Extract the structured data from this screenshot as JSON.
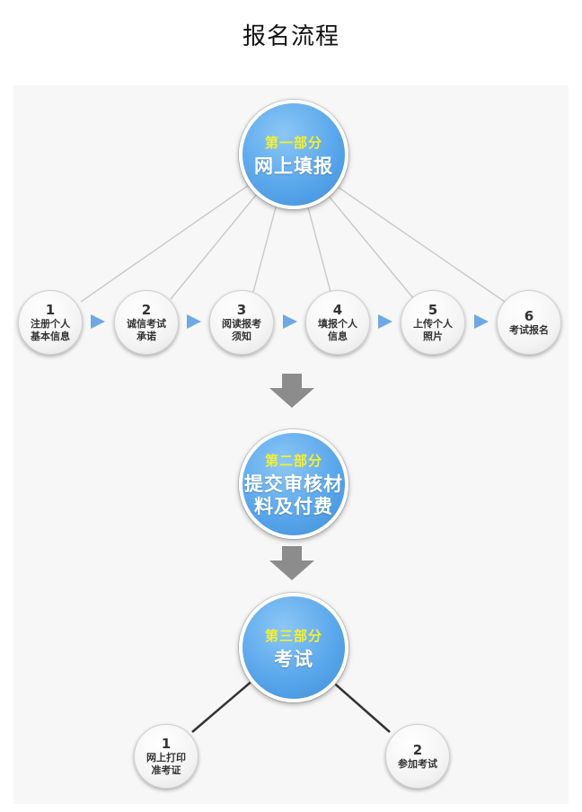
{
  "title": "报名流程",
  "colors": {
    "accent_blue": "#5aa7ec",
    "part_yellow": "#f5f02a",
    "arrow_blue": "#6ca9e6",
    "down_arrow_gray": "#8c8c8c"
  },
  "part1": {
    "label": "第一部分",
    "name_line1": "网上填报",
    "steps": [
      {
        "num": "1",
        "line1": "注册个人",
        "line2": "基本信息"
      },
      {
        "num": "2",
        "line1": "诚信考试",
        "line2": "承诺"
      },
      {
        "num": "3",
        "line1": "阅读报考",
        "line2": "须知"
      },
      {
        "num": "4",
        "line1": "填报个人",
        "line2": "信息"
      },
      {
        "num": "5",
        "line1": "上传个人",
        "line2": "照片"
      },
      {
        "num": "6",
        "line1": "考试报名",
        "line2": ""
      }
    ]
  },
  "part2": {
    "label": "第二部分",
    "name_line1": "提交审核材",
    "name_line2": "料及付费"
  },
  "part3": {
    "label": "第三部分",
    "name_line1": "考试",
    "steps": [
      {
        "num": "1",
        "line1": "网上打印",
        "line2": "准考证"
      },
      {
        "num": "2",
        "line1": "参加考试",
        "line2": ""
      }
    ]
  }
}
